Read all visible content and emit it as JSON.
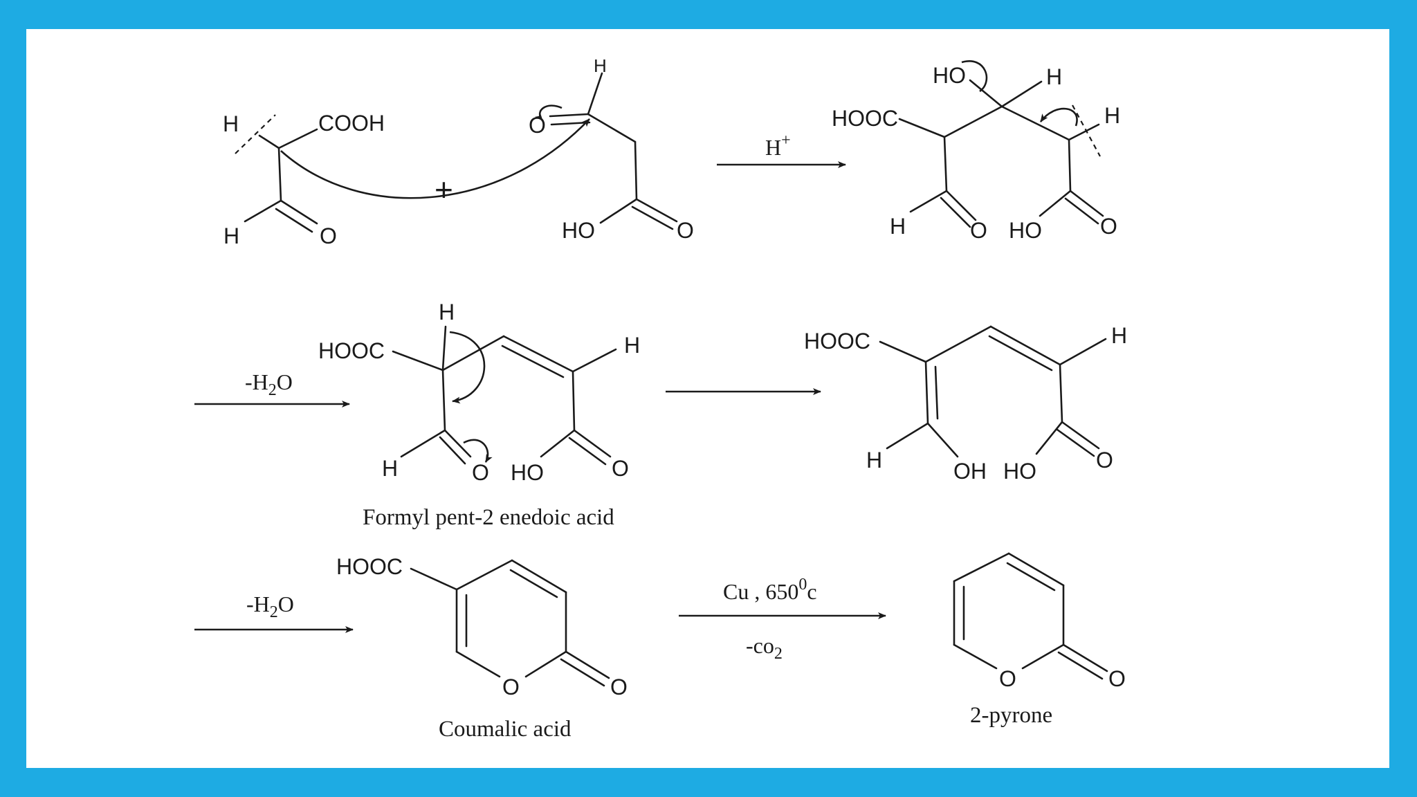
{
  "colors": {
    "frame": "#1eabe3",
    "canvas": "#ffffff",
    "ink": "#1a1a1a"
  },
  "atoms": {
    "H": "H",
    "O": "O",
    "COOH": "COOH",
    "HOOC": "HOOC",
    "HO": "HO",
    "OH": "OH",
    "plus": "+"
  },
  "conditions": {
    "step1": {
      "main": "H",
      "sup": "+"
    },
    "step2": {
      "pre": "-H",
      "sub": "2",
      "post": "O"
    },
    "step4": {
      "pre": "-H",
      "sub": "2",
      "post": "O"
    },
    "step5_top": {
      "pre": "Cu , 650",
      "sup": "0",
      "post": "c"
    },
    "step5_bottom": {
      "pre": "-co",
      "sub": "2"
    }
  },
  "compounds": {
    "intermediate": "Formyl pent-2 enedoic acid",
    "coumalic": "Coumalic acid",
    "pyrone": "2-pyrone"
  }
}
